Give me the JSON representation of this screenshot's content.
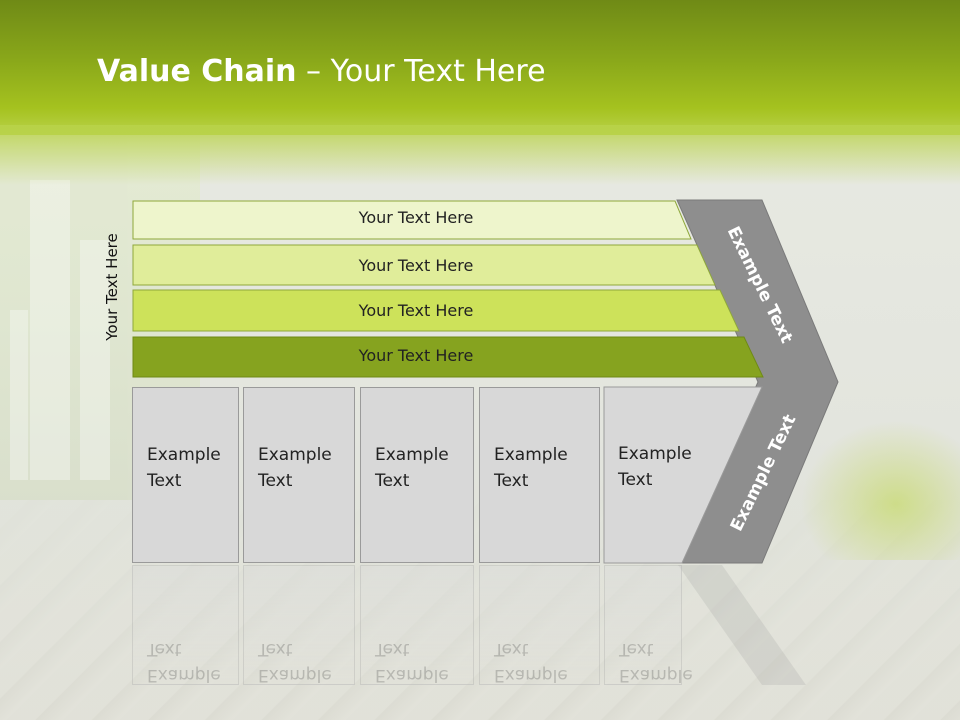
{
  "title": {
    "bold": "Value Chain",
    "rest": " – Your Text Here"
  },
  "side_label": "Your Text Here",
  "bars": [
    {
      "label": "Your Text Here",
      "color": "#eef5cc"
    },
    {
      "label": "Your Text Here",
      "color": "#e0ed9a"
    },
    {
      "label": "Your Text Here",
      "color": "#cde25a"
    },
    {
      "label": "Your Text Here",
      "color": "#86a31f"
    }
  ],
  "boxes": [
    {
      "text": "Example\nText"
    },
    {
      "text": "Example\nText"
    },
    {
      "text": "Example\nText"
    },
    {
      "text": "Example\nText"
    },
    {
      "text": "Example\nText"
    }
  ],
  "chevron": {
    "top_text": "Example Text",
    "bottom_text": "Example Text",
    "color": "#8e8e8e"
  }
}
